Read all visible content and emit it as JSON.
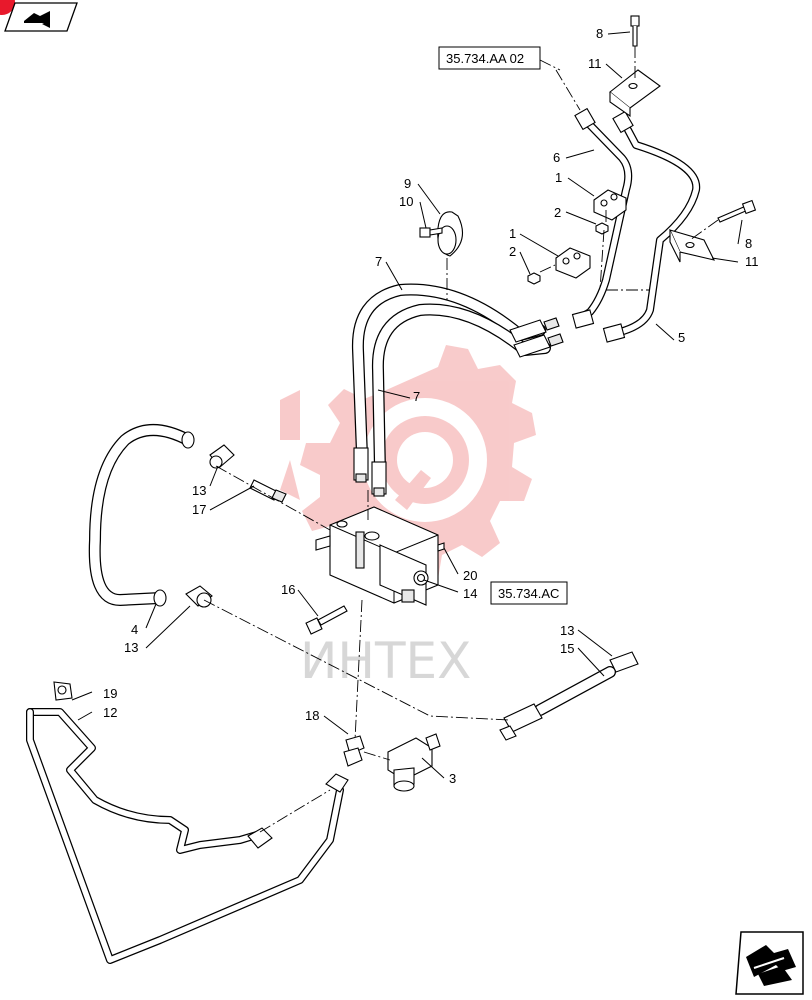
{
  "nav": {
    "corner_icon": "document-arrow-icon",
    "next_icon": "next-page-arrow-icon",
    "badge_color": "#e8192c"
  },
  "watermark": {
    "text": "ИНТЕХ",
    "logo_icon": "gear-wrench-logo",
    "color": "#f5a3a3"
  },
  "refs": {
    "ref_aa02": "35.734.AA 02",
    "ref_ac": "35.734.AC"
  },
  "callouts": {
    "c8a": "8",
    "c11a": "11",
    "c6": "6",
    "c1a": "1",
    "c2a": "2",
    "c9": "9",
    "c10": "10",
    "c7a": "7",
    "c1b": "1",
    "c2b": "2",
    "c8b": "8",
    "c11b": "11",
    "c5": "5",
    "c7b": "7",
    "c13a": "13",
    "c17": "17",
    "c20": "20",
    "c14": "14",
    "c16": "16",
    "c4": "4",
    "c13b": "13",
    "c13c": "13",
    "c15": "15",
    "c19": "19",
    "c12": "12",
    "c18": "18",
    "c3": "3"
  }
}
